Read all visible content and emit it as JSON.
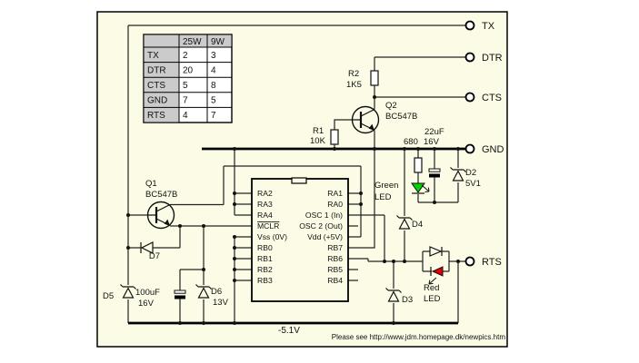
{
  "panel": {
    "bg": "#FCFCE6",
    "border": "#000000"
  },
  "colors": {
    "wire": "#222222",
    "green_led": "#00D400",
    "red_led": "#E00000",
    "table_gray": "#CBCBCB"
  },
  "terminals": [
    "TX",
    "DTR",
    "CTS",
    "GND",
    "RTS"
  ],
  "pin_table": {
    "headers": [
      "25W",
      "9W"
    ],
    "rows": [
      [
        "TX",
        "2",
        "3"
      ],
      [
        "DTR",
        "20",
        "4"
      ],
      [
        "CTS",
        "5",
        "8"
      ],
      [
        "GND",
        "7",
        "5"
      ],
      [
        "RTS",
        "4",
        "7"
      ]
    ]
  },
  "chip": {
    "left_pins": [
      "RA2",
      "RA3",
      "RA4",
      "MCLR",
      "Vss (0V)",
      "RB0",
      "RB1",
      "RB2",
      "RB3"
    ],
    "right_pins": [
      "RA1",
      "RA0",
      "OSC 1 (In)",
      "OSC 2 (Out)",
      "Vdd (+5V)",
      "RB7",
      "RB6",
      "RB5",
      "RB4"
    ]
  },
  "components": {
    "q1": {
      "ref": "Q1",
      "part": "BC547B"
    },
    "q2": {
      "ref": "Q2",
      "part": "BC547B"
    },
    "r1": {
      "ref": "R1",
      "value": "10K"
    },
    "r2": {
      "ref": "R2",
      "value": "1K5"
    },
    "r680": {
      "value": "680"
    },
    "c22": {
      "value": "22uF",
      "volt": "16V"
    },
    "c100": {
      "value": "100uF",
      "volt": "16V"
    },
    "d2": {
      "ref": "D2",
      "value": "5V1"
    },
    "d3": {
      "ref": "D3"
    },
    "d4": {
      "ref": "D4"
    },
    "d5": {
      "ref": "D5"
    },
    "d6": {
      "ref": "D6",
      "value": "13V"
    },
    "d7": {
      "ref": "D7"
    },
    "led_green": {
      "l1": "Green",
      "l2": "LED"
    },
    "led_red": {
      "l1": "Red",
      "l2": "LED"
    }
  },
  "notes": {
    "neg_rail": "-5.1V",
    "footer": "Please see http://www.jdm.homepage.dk/newpics.htm"
  }
}
